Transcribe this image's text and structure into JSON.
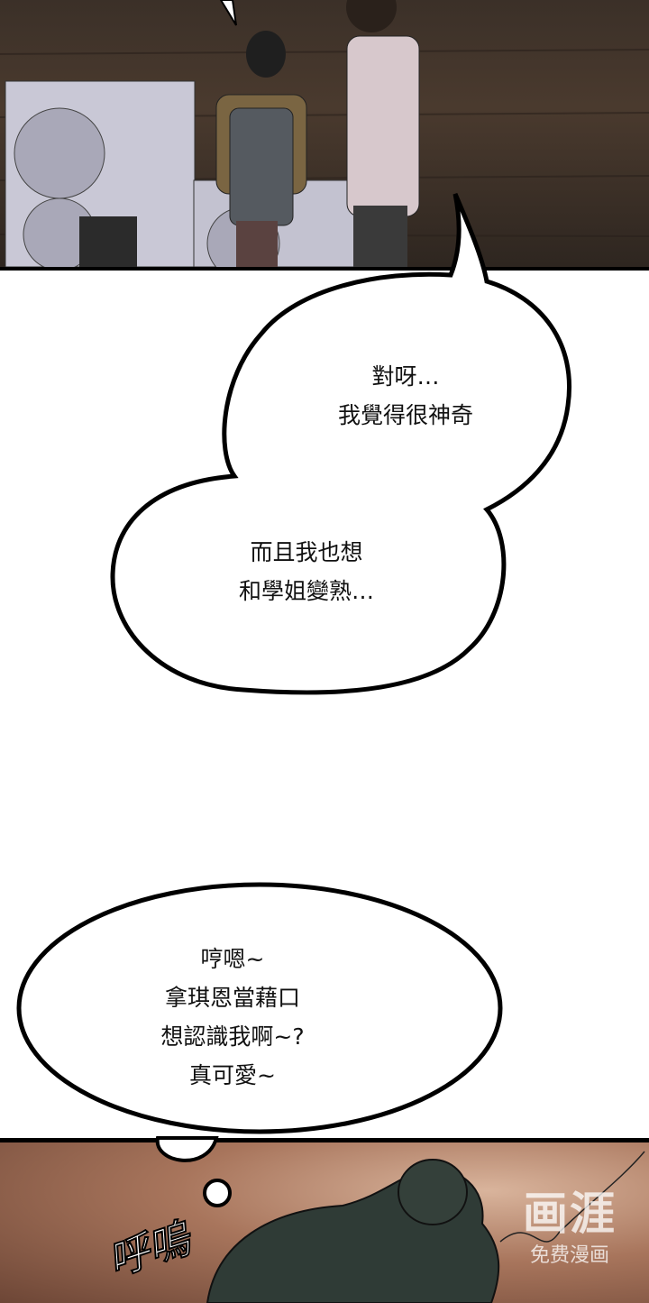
{
  "bubbles": [
    {
      "lines": [
        "對呀…",
        "我覺得很神奇"
      ]
    },
    {
      "lines": [
        "而且我也想",
        "和學姐變熟…"
      ]
    },
    {
      "lines": [
        "哼嗯~",
        "拿琪恩當藉口",
        "想認識我啊~?",
        "真可愛~"
      ]
    }
  ],
  "sound_effect": "呼嗚",
  "watermark": {
    "logo": "画涯",
    "tagline": "免费漫画"
  },
  "colors": {
    "panel_border": "#000000",
    "bubble_fill": "#ffffff"
  }
}
